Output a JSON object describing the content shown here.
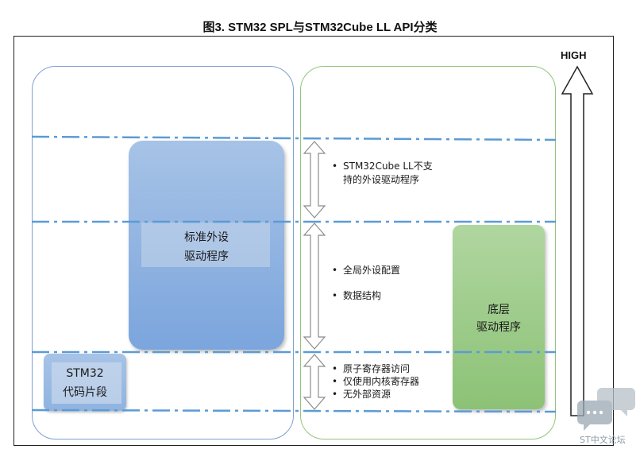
{
  "title": "图3. STM32 SPL与STM32Cube LL API分类",
  "high_label": "HIGH",
  "blocks": {
    "standard_driver": [
      "标准外设",
      "驱动程序"
    ],
    "stm32_snippets": [
      "STM32",
      "代码片段"
    ],
    "low_layer_driver": [
      "底层",
      "驱动程序"
    ]
  },
  "notes": {
    "unsupported": [
      "STM32Cube LL不支",
      "持的外设驱动程序"
    ],
    "config": [
      "全局外设配置",
      "数据结构"
    ],
    "register": [
      "原子寄存器访问",
      "仅使用内核寄存器",
      "无外部资源"
    ]
  },
  "colors": {
    "left_panel": "#7ea1d1",
    "right_panel": "#93c47d",
    "dash_line": "#5b9bd5",
    "blue_block": "#7ba5dd",
    "green_block": "#8cc276"
  },
  "watermark": "ST中文论坛"
}
